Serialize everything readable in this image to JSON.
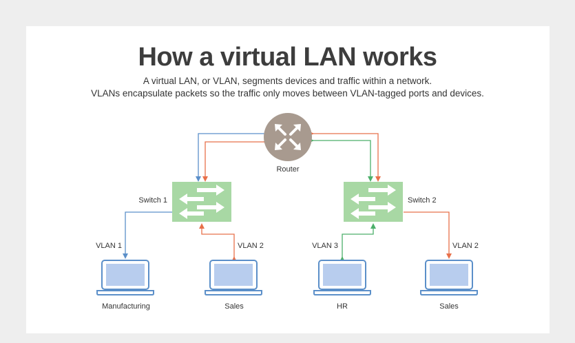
{
  "title": "How a virtual LAN works",
  "subtitle_1": "A virtual LAN, or VLAN, segments devices and traffic within a network.",
  "subtitle_2": "VLANs encapsulate packets so the traffic only moves between VLAN-tagged ports and devices.",
  "router_label": "Router",
  "switch1_label": "Switch 1",
  "switch2_label": "Switch 2",
  "links": {
    "manufacturing_vlan": "VLAN 1",
    "sales1_vlan": "VLAN 2",
    "hr_vlan": "VLAN 3",
    "sales2_vlan": "VLAN 2"
  },
  "devices": {
    "manufacturing": "Manufacturing",
    "sales1": "Sales",
    "hr": "HR",
    "sales2": "Sales"
  },
  "colors": {
    "vlan1": "#5b8fc9",
    "vlan2": "#e8704a",
    "vlan3": "#4caf6a",
    "router": "#a89a8f",
    "switch": "#a8d8a4",
    "laptop_screen": "#b8cdee",
    "laptop_outline": "#5b8fc9"
  },
  "icons": {
    "router": "router-arrows-icon",
    "switch": "switch-arrows-icon",
    "laptop": "laptop-icon"
  }
}
